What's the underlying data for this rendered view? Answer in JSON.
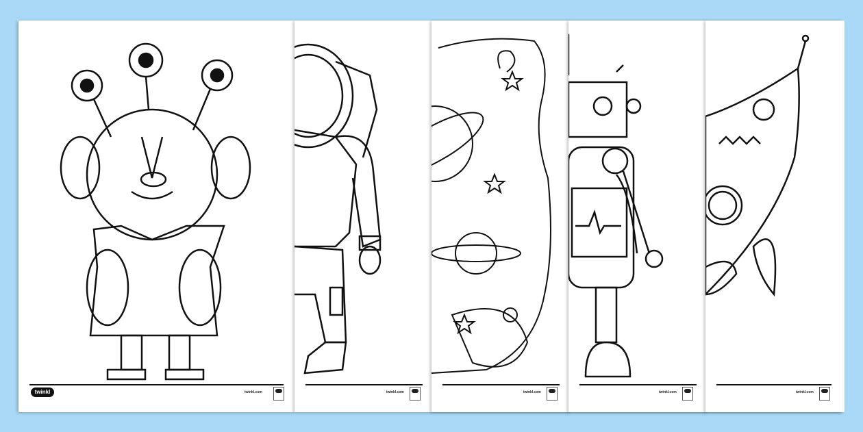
{
  "pages": [
    {
      "subject": "alien",
      "site": "twinkl.com",
      "logo": "twinkl"
    },
    {
      "subject": "astronaut",
      "site": "twinkl.com"
    },
    {
      "subject": "planets",
      "site": "twinkl.com"
    },
    {
      "subject": "robot",
      "site": "twinkl.com"
    },
    {
      "subject": "rocket",
      "site": "twinkl.com"
    }
  ],
  "colors": {
    "background": "#a9d9f6",
    "page": "#ffffff",
    "ink": "#111111"
  }
}
